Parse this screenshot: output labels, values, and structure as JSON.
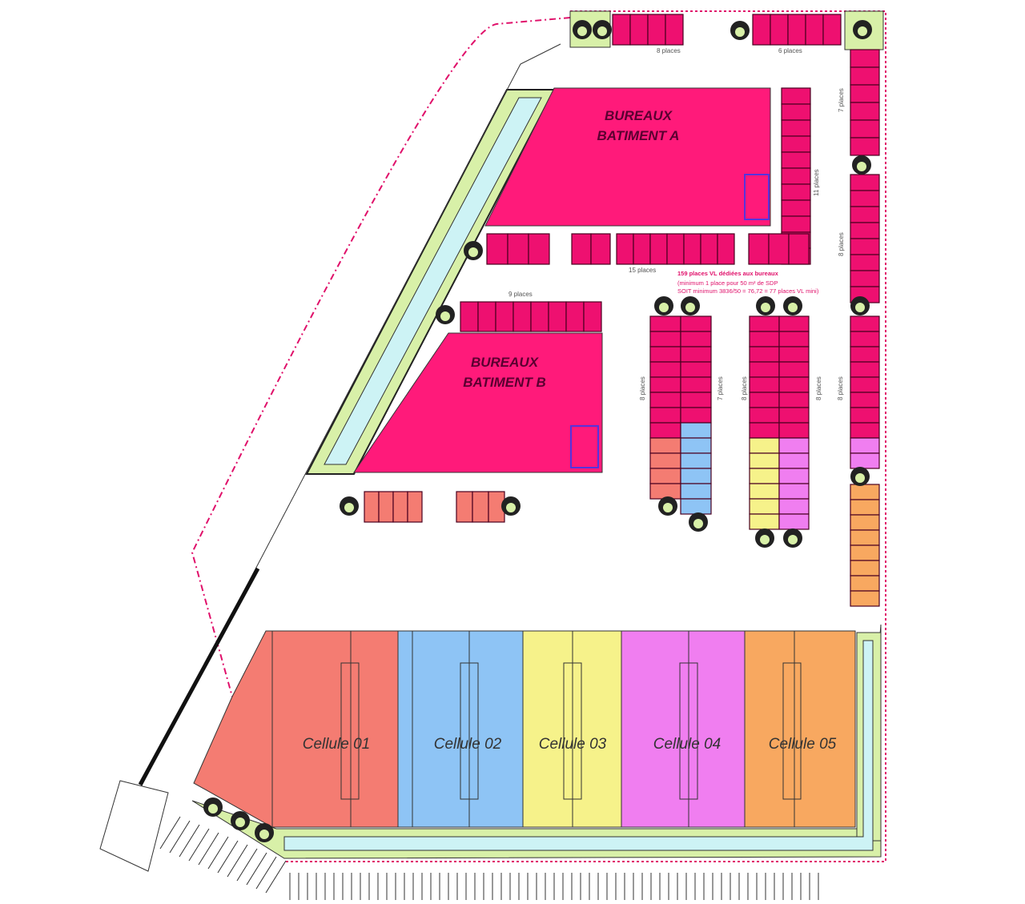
{
  "colors": {
    "office": "#ff1a7a",
    "parking": "#ee1070",
    "green": "#d8f0a8",
    "water": "#cdf3f5",
    "boundary": "#e0106a",
    "cell01": "#f47c72",
    "cell02": "#8ec4f5",
    "cell03": "#f6f28a",
    "cell04": "#f07ef0",
    "cell05": "#f8a860"
  },
  "buildings": {
    "a": {
      "line1": "BUREAUX",
      "line2": "BATIMENT A"
    },
    "b": {
      "line1": "BUREAUX",
      "line2": "BATIMENT B"
    }
  },
  "cells": [
    "Cellule 01",
    "Cellule 02",
    "Cellule 03",
    "Cellule 04",
    "Cellule 05"
  ],
  "parking_labels": {
    "top_left": "8 places",
    "top_right": "6 places",
    "right_top": "7 places",
    "column_a": "11 places",
    "right_mid": "8 places",
    "below_a": "15 places",
    "above_b": "9 places",
    "block1_left": "8 places",
    "block1_right": "7 places",
    "block2_left": "8 places",
    "block2_right": "8 places",
    "right_lower": "8 places"
  },
  "note": {
    "line1": "159 places VL dédiées aux bureaux",
    "line2": "(minimum 1 place pour 50 m² de SDP",
    "line3": "SOIT minimum 3836/50 = 76,72 = 77 places VL mini)"
  }
}
